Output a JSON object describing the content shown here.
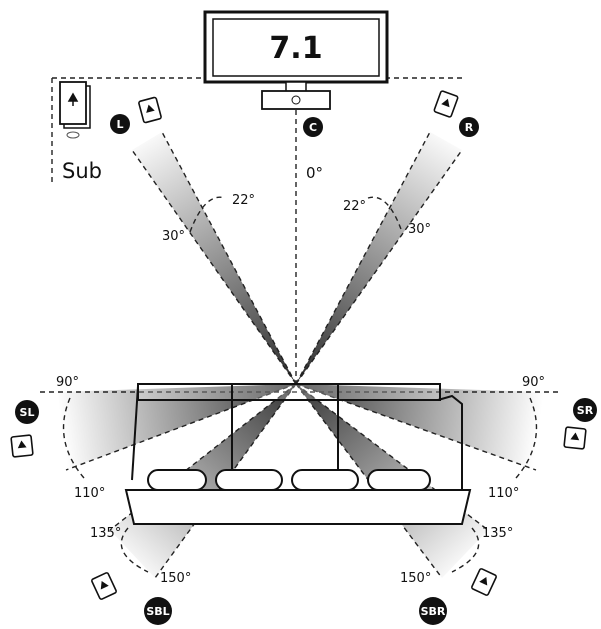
{
  "tv": {
    "label": "7.1"
  },
  "subwoofer": {
    "label": "Sub"
  },
  "center_angle": "0°",
  "speakers": {
    "left": "L",
    "center": "C",
    "right": "R",
    "surround_left": "SL",
    "surround_right": "SR",
    "surround_back_left": "SBL",
    "surround_back_right": "SBR"
  },
  "angles": {
    "front_left_inner": "22°",
    "front_left_outer": "30°",
    "front_right_inner": "22°",
    "front_right_outer": "30°",
    "side_left_top": "90°",
    "side_left_bottom": "110°",
    "side_right_top": "90°",
    "side_right_bottom": "110°",
    "back_left_top": "135°",
    "back_left_bottom": "150°",
    "back_right_top": "135°",
    "back_right_bottom": "150°"
  }
}
